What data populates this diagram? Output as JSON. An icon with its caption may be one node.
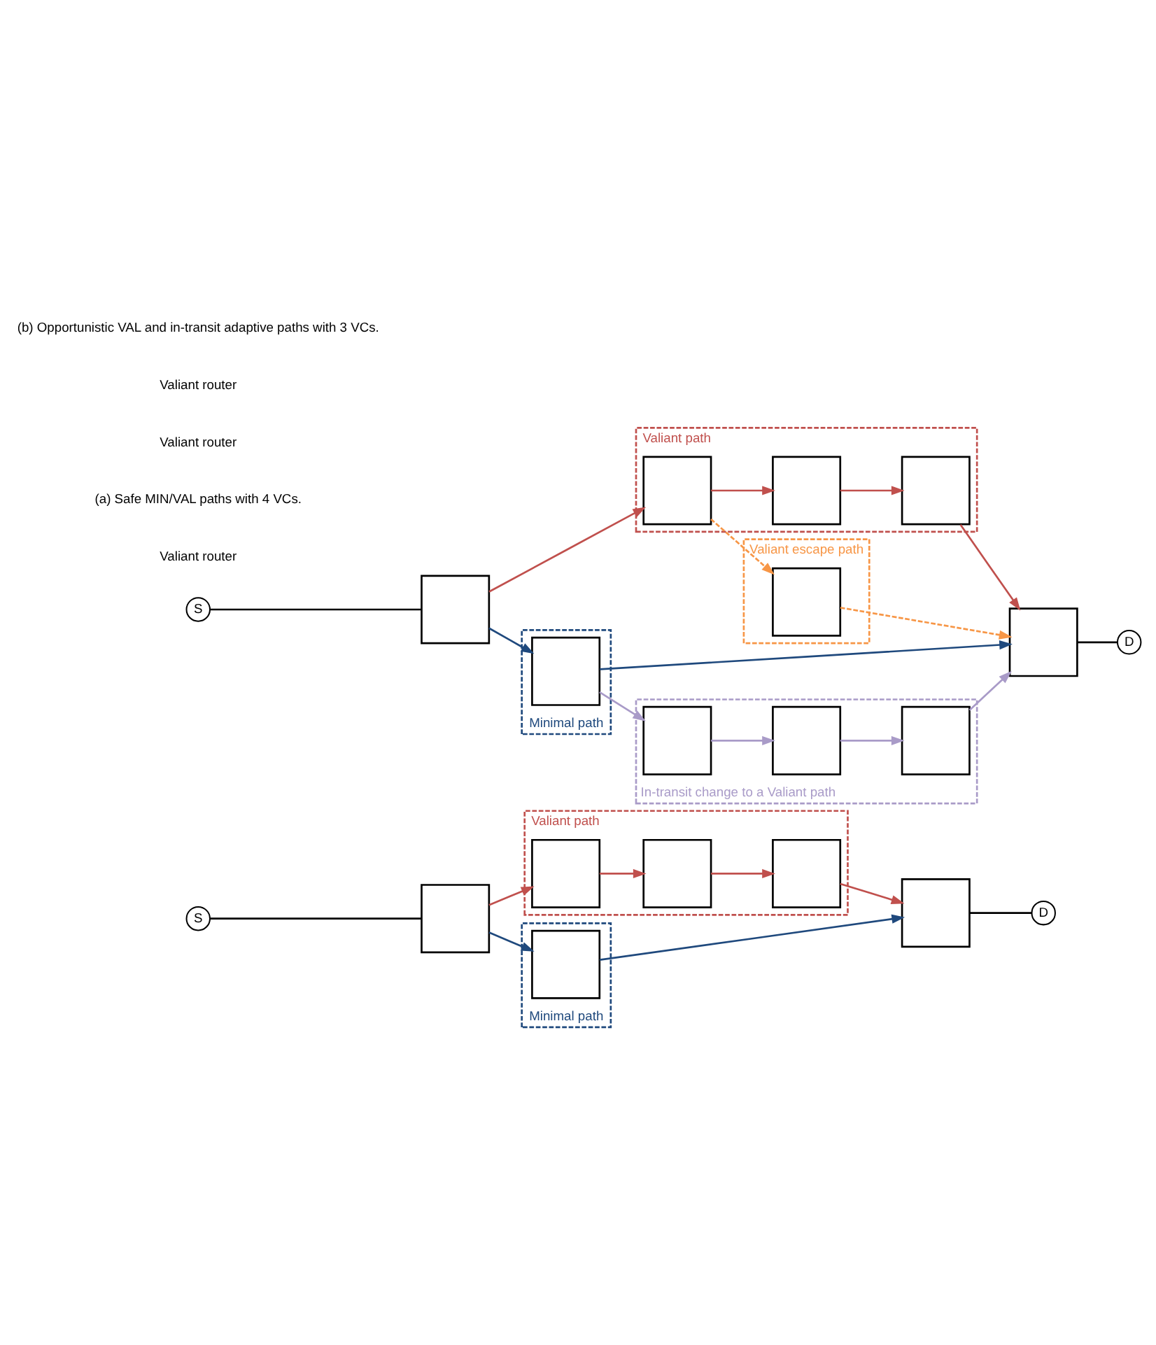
{
  "diagram": {
    "nodes": [
      {
        "text": [
          "Valiant path"
        ]
      },
      {
        "text": [],
        "shape": "box",
        "in": 0
      },
      {
        "text": [],
        "shape": "box",
        "in": 0
      },
      {
        "text": [],
        "shape": "box",
        "in": 0
      },
      {
        "text": [
          "S"
        ]
      },
      {
        "text": [],
        "shape": "box"
      },
      {
        "text": [
          "Minimal path"
        ]
      },
      {
        "text": [],
        "shape": "box",
        "in": 6
      },
      {
        "text": [],
        "shape": "box"
      },
      {
        "text": [
          "D"
        ]
      },
      {
        "text": [
          "Valiant path"
        ]
      },
      {
        "text": [],
        "shape": "box",
        "in": 10
      },
      {
        "text": [],
        "shape": "box",
        "in": 10
      },
      {
        "text": [],
        "shape": "box",
        "in": 10
      },
      {
        "text": [
          "Valiant escape path"
        ]
      },
      {
        "text": [],
        "shape": "box",
        "in": 14
      },
      {
        "text": [
          "S"
        ]
      },
      {
        "text": [],
        "shape": "box"
      },
      {
        "text": [],
        "shape": "box"
      },
      {
        "text": [
          "D"
        ]
      },
      {
        "text": [
          "Minimal path"
        ]
      },
      {
        "text": [],
        "shape": "box",
        "in": 20
      },
      {
        "text": [
          "In-transit change to a Valiant path"
        ]
      },
      {
        "text": [],
        "shape": "box",
        "in": 22
      },
      {
        "text": [],
        "shape": "box",
        "in": 22
      },
      {
        "text": [],
        "shape": "box",
        "in": 22
      }
    ],
    "edges": [
      {
        "from": 4,
        "to": 5,
        "arrow": "none",
        "color": "#000000"
      },
      {
        "from": 5,
        "to": 1,
        "arrow": "to",
        "color": "#c0504d"
      },
      {
        "from": 1,
        "to": 2,
        "arrow": "to",
        "color": "#c0504d"
      },
      {
        "from": 2,
        "to": 3,
        "arrow": "to",
        "color": "#c0504d"
      },
      {
        "from": 3,
        "to": 8,
        "arrow": "to",
        "color": "#c0504d"
      },
      {
        "from": 5,
        "to": 7,
        "arrow": "to",
        "color": "#1f497d"
      },
      {
        "from": 7,
        "to": 8,
        "arrow": "to",
        "color": "#1f497d"
      },
      {
        "from": 8,
        "to": 9,
        "arrow": "none",
        "color": "#000000"
      },
      {
        "from": 16,
        "to": 17,
        "arrow": "none",
        "color": "#000000"
      },
      {
        "from": 17,
        "to": 11,
        "arrow": "to",
        "color": "#c0504d"
      },
      {
        "from": 11,
        "to": 12,
        "arrow": "to",
        "color": "#c0504d"
      },
      {
        "from": 12,
        "to": 13,
        "arrow": "to",
        "color": "#c0504d"
      },
      {
        "from": 13,
        "to": 18,
        "arrow": "to",
        "color": "#c0504d"
      },
      {
        "from": 11,
        "to": 15,
        "arrow": "to",
        "style": "dashed",
        "color": "#f79646"
      },
      {
        "from": 15,
        "to": 18,
        "arrow": "to",
        "style": "dashed",
        "color": "#f79646"
      },
      {
        "from": 17,
        "to": 21,
        "arrow": "to",
        "color": "#1f497d"
      },
      {
        "from": 21,
        "to": 18,
        "arrow": "to",
        "color": "#1f497d"
      },
      {
        "from": 21,
        "to": 23,
        "arrow": "to",
        "color": "#a99bc8"
      },
      {
        "from": 23,
        "to": 24,
        "arrow": "to",
        "color": "#a99bc8"
      },
      {
        "from": 24,
        "to": 25,
        "arrow": "to",
        "color": "#a99bc8"
      },
      {
        "from": 25,
        "to": 18,
        "arrow": "to",
        "color": "#a99bc8"
      },
      {
        "from": 18,
        "to": 19,
        "arrow": "none",
        "color": "#000000"
      }
    ],
    "labels": [
      "Valiant router",
      "(a) Safe MIN/VAL paths with 4 VCs.",
      "Valiant router",
      "Valiant router",
      "(b) Opportunistic VAL and in-transit adaptive paths with 3 VCs."
    ]
  }
}
